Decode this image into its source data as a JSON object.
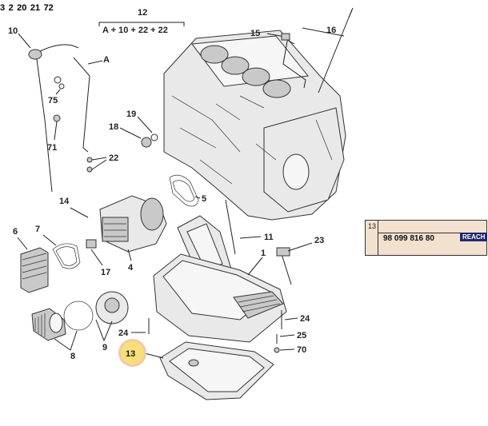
{
  "header": {
    "label": "12",
    "formula": "A + 10 + 22 + 22"
  },
  "callouts": {
    "c10": "10",
    "cA": "A",
    "c75": "75",
    "c71": "71",
    "c19": "19",
    "c18": "18",
    "c22": "22",
    "c15": "15",
    "c16": "16",
    "c5": "5",
    "c14": "14",
    "c6": "6",
    "c7": "7",
    "c4": "4",
    "c17": "17",
    "c11": "11",
    "c23": "23",
    "c1": "1",
    "c8": "8",
    "c9": "9",
    "c24a": "24",
    "c24b": "24",
    "c25": "25",
    "c70": "70",
    "c13": "13",
    "c20": "20",
    "c3": "3",
    "c2": "2",
    "c21": "21",
    "c72": "72"
  },
  "reference": {
    "index": "13",
    "part_number": "98 099 816 80",
    "badge": "REACH"
  },
  "colors": {
    "highlight": "#f7e07a",
    "highlight_ring": "#f4c9a6",
    "table_bg": "#f3e1cf",
    "badge_bg": "#1f2a6b"
  }
}
